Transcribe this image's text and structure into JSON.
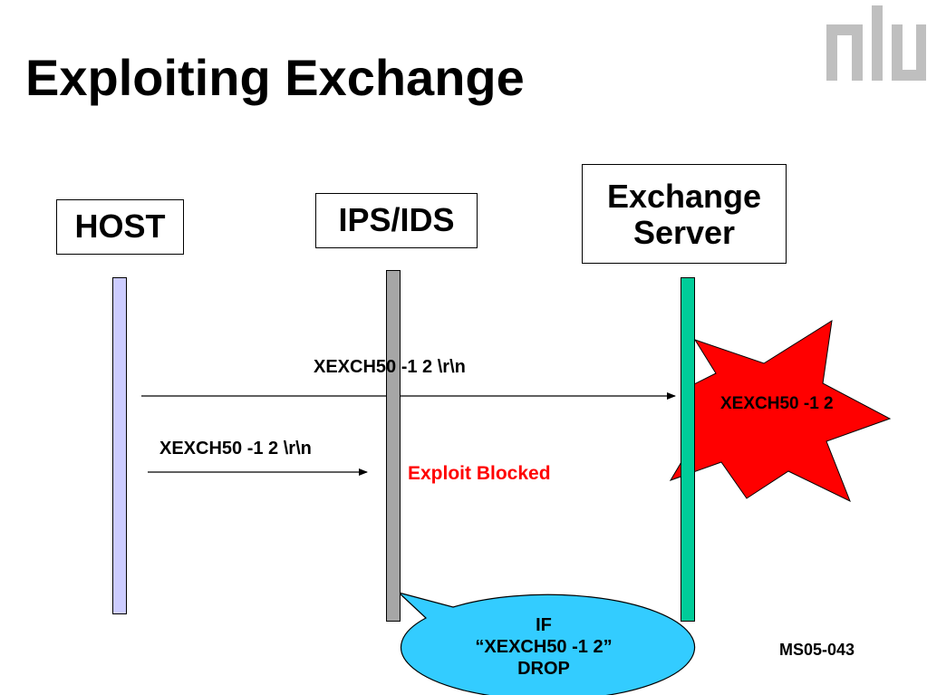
{
  "title": "Exploiting Exchange",
  "logo_text": "nlu",
  "participants": {
    "host": "HOST",
    "ips": "IPS/IDS",
    "exchange_line1": "Exchange",
    "exchange_line2": "Server"
  },
  "messages": {
    "to_exchange": "XEXCH50 -1 2 \\r\\n",
    "to_ips": "XEXCH50 -1 2 \\r\\n"
  },
  "exploit_label": "XEXCH50 -1 2",
  "blocked_label": "Exploit Blocked",
  "callout": {
    "line1": "IF",
    "line2": "“XEXCH50 -1 2”",
    "line3": "DROP"
  },
  "reference": "MS05-043",
  "colors": {
    "host_lifeline": "#ccccff",
    "ips_lifeline": "#a6a6a6",
    "exchange_lifeline": "#00cc99",
    "starburst": "#ff0000",
    "callout": "#33ccff",
    "blocked_text": "#ff0000",
    "logo": "#bfbfbf"
  }
}
